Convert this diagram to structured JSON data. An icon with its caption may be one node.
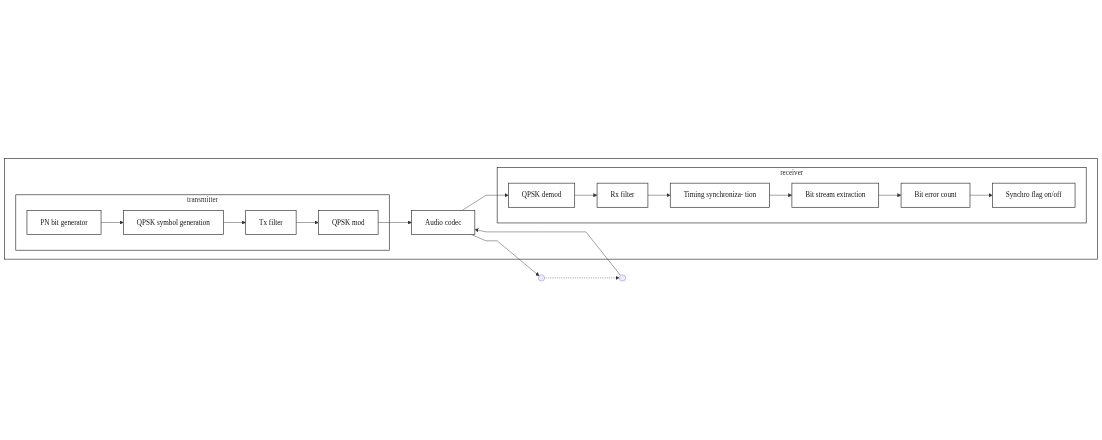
{
  "diagram": {
    "nodes": [
      {
        "text": [],
        "shape": "box"
      },
      {
        "text": [
          "transmitter"
        ],
        "in": 0
      },
      {
        "text": [
          "PN bit generator"
        ],
        "in": 1
      },
      {
        "text": [
          "QPSK symbol generation"
        ],
        "in": 1
      },
      {
        "text": [
          "Tx filter"
        ],
        "in": 1
      },
      {
        "text": [
          "QPSK mod"
        ],
        "in": 1
      },
      {
        "text": [
          "Audio codec"
        ],
        "in": 0
      },
      {
        "text": [
          "receiver"
        ],
        "in": 0
      },
      {
        "text": [
          "Bit stream extraction"
        ],
        "in": 7
      },
      {
        "text": [
          "Timing synchroniza- tion"
        ],
        "in": 7
      },
      {
        "text": [
          "Rx filter"
        ],
        "in": 7
      },
      {
        "text": [
          "QPSK demod"
        ],
        "in": 7
      },
      {
        "text": [
          "Bit error count"
        ],
        "in": 7
      },
      {
        "text": [
          "Synchro flag on/off"
        ],
        "in": 7
      },
      {
        "text": [],
        "shape": "circle"
      },
      {
        "text": [],
        "shape": "circle"
      }
    ],
    "edges": [
      {
        "from": 2,
        "to": 3,
        "arrow": "to"
      },
      {
        "from": 3,
        "to": 4,
        "arrow": "to"
      },
      {
        "from": 4,
        "to": 5,
        "arrow": "to"
      },
      {
        "from": 5,
        "to": 6,
        "arrow": "to"
      },
      {
        "from": 6,
        "to": 11,
        "arrow": "to"
      },
      {
        "from": 11,
        "to": 10,
        "arrow": "to"
      },
      {
        "from": 10,
        "to": 9,
        "arrow": "to"
      },
      {
        "from": 9,
        "to": 8,
        "arrow": "to"
      },
      {
        "from": 8,
        "to": 12,
        "arrow": "to"
      },
      {
        "from": 12,
        "to": 13,
        "arrow": "to"
      },
      {
        "from": 6,
        "to": 14,
        "arrow": "to"
      },
      {
        "from": 14,
        "to": 15,
        "arrow": "to",
        "style": "dashed"
      },
      {
        "from": 15,
        "to": 6,
        "arrow": "to"
      }
    ]
  }
}
